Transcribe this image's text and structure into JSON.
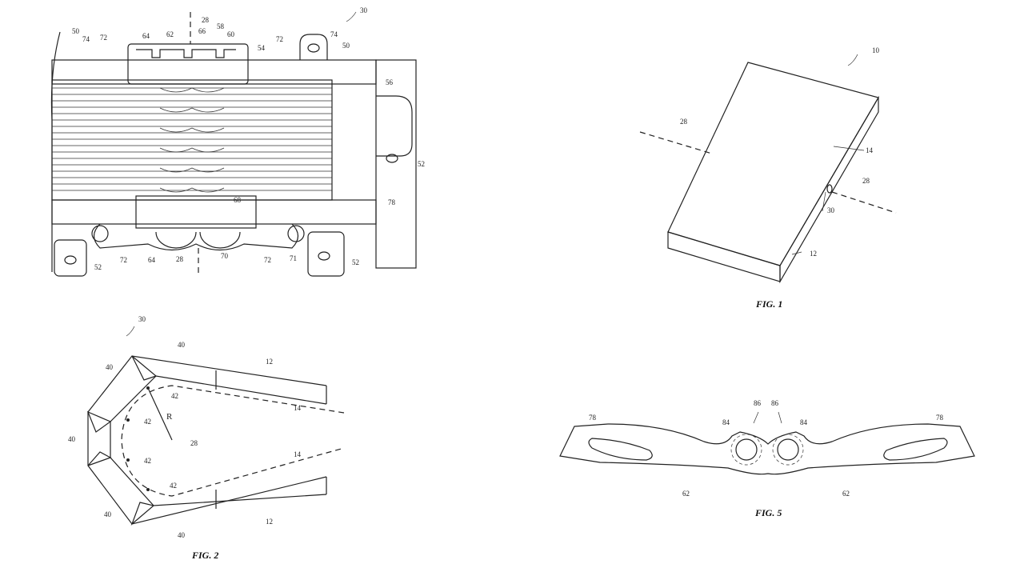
{
  "fig_top_left": {
    "labels": [
      "30",
      "28",
      "50",
      "74",
      "72",
      "64",
      "62",
      "66",
      "58",
      "60",
      "54",
      "72",
      "74",
      "50",
      "56",
      "52",
      "78",
      "68",
      "72",
      "64",
      "28",
      "70",
      "72",
      "71",
      "52",
      "52"
    ]
  },
  "fig1": {
    "caption": "FIG. 1",
    "labels": [
      "10",
      "28",
      "14",
      "28",
      "30",
      "12"
    ]
  },
  "fig2": {
    "caption": "FIG. 2",
    "labels": [
      "30",
      "40",
      "40",
      "40",
      "40",
      "40",
      "12",
      "12",
      "42",
      "42",
      "42",
      "42",
      "R",
      "28",
      "14",
      "14"
    ]
  },
  "fig5": {
    "caption": "FIG. 5",
    "labels": [
      "78",
      "78",
      "86",
      "86",
      "84",
      "84",
      "62",
      "62"
    ]
  }
}
